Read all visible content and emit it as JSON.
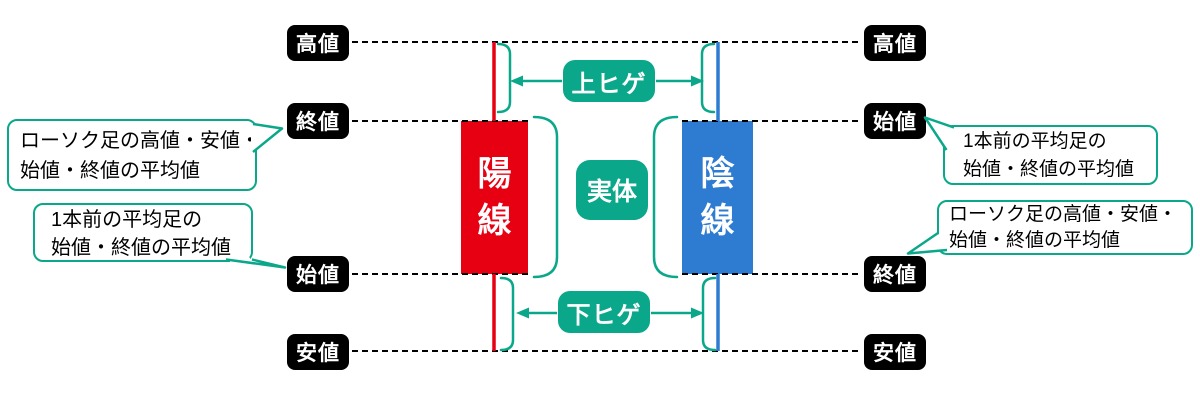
{
  "diagram": {
    "title_meaning": "平均足（ローソク足）の構造図",
    "left_labels": {
      "high": "高値",
      "close": "終値",
      "open": "始値",
      "low": "安値"
    },
    "right_labels": {
      "high": "高値",
      "open": "始値",
      "close": "終値",
      "low": "安値"
    },
    "candles": {
      "bullish": "陽線",
      "bearish": "陰線"
    },
    "parts": {
      "upper_wick": "上ヒゲ",
      "body": "実体",
      "lower_wick": "下ヒゲ"
    },
    "callouts": {
      "left_top": {
        "line1": "ローソク足の高値・安値・",
        "line2": "始値・終値の平均値"
      },
      "left_bottom": {
        "line1": "1本前の平均足の",
        "line2": "始値・終値の平均値"
      },
      "right_top": {
        "line1": "1本前の平均足の",
        "line2": "始値・終値の平均値"
      },
      "right_bottom": {
        "line1": "ローソク足の高値・安値・",
        "line2": "始値・終値の平均値"
      }
    },
    "colors": {
      "teal": "#0ba78a",
      "bullish_red": "#e60012",
      "bearish_blue": "#2e7bd2",
      "label_bg": "#000000",
      "label_text": "#ffffff",
      "dashed_line": "#000000"
    }
  }
}
